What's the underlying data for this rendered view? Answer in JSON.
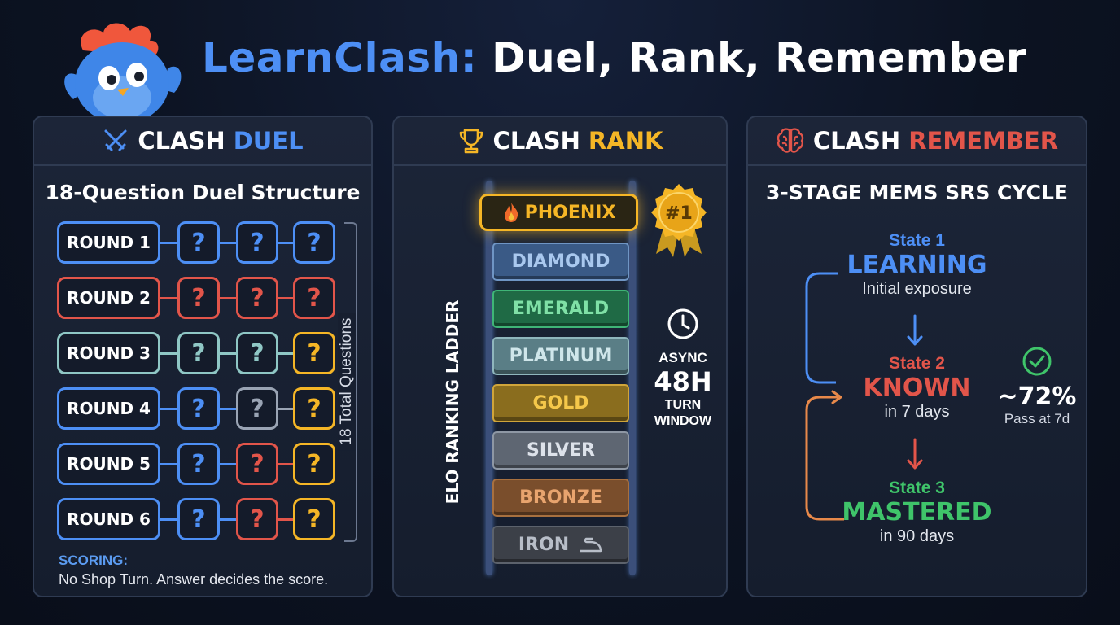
{
  "header": {
    "title_accent": "LearnClash:",
    "title_rest": "Duel, Rank, Remember",
    "mascot_icon": "blue-bird-mascot-icon"
  },
  "colors": {
    "blue": "#4d8ff5",
    "red": "#e2554a",
    "gold": "#f5b626",
    "teal": "#8fc7c5",
    "gray": "#9aa4b4",
    "green": "#3fc46a",
    "panel_bg": "#1a2336"
  },
  "duel": {
    "header_white": "CLASH",
    "header_accent": "DUEL",
    "icon": "crossed-swords-icon",
    "subtitle": "18-Question Duel Structure",
    "question_mark": "?",
    "total_label": "18 Total Questions",
    "scoring_title": "SCORING:",
    "scoring_text": "No Shop Turn. Answer decides the score.",
    "rounds": [
      {
        "label": "ROUND 1",
        "color": "#4d8ff5",
        "questions": [
          "#4d8ff5",
          "#4d8ff5",
          "#4d8ff5"
        ]
      },
      {
        "label": "ROUND 2",
        "color": "#e2554a",
        "questions": [
          "#e2554a",
          "#e2554a",
          "#e2554a"
        ]
      },
      {
        "label": "ROUND 3",
        "color": "#8fc7c5",
        "questions": [
          "#8fc7c5",
          "#8fc7c5",
          "#f5b626"
        ]
      },
      {
        "label": "ROUND 4",
        "color": "#4d8ff5",
        "questions": [
          "#4d8ff5",
          "#9aa4b4",
          "#f5b626"
        ]
      },
      {
        "label": "ROUND 5",
        "color": "#4d8ff5",
        "questions": [
          "#4d8ff5",
          "#e2554a",
          "#f5b626"
        ]
      },
      {
        "label": "ROUND 6",
        "color": "#4d8ff5",
        "questions": [
          "#4d8ff5",
          "#e2554a",
          "#f5b626"
        ]
      }
    ]
  },
  "rank": {
    "header_white": "CLASH",
    "header_accent": "RANK",
    "icon": "trophy-icon",
    "ladder_label": "ELO RANKING LADDER",
    "top_tier": {
      "label": "PHOENIX",
      "icon": "flame-icon"
    },
    "badge": {
      "label": "#1",
      "icon": "gold-rosette-badge-icon"
    },
    "tiers": [
      {
        "label": "DIAMOND",
        "bg": "#3a5a86",
        "fg": "#a9c8ee",
        "border": "#6f95c4"
      },
      {
        "label": "EMERALD",
        "bg": "#1f6a45",
        "fg": "#7fe0a6",
        "border": "#3fb577"
      },
      {
        "label": "PLATINUM",
        "bg": "#5a7e86",
        "fg": "#cfe6ea",
        "border": "#8fb6bd"
      },
      {
        "label": "GOLD",
        "bg": "#8a6d1e",
        "fg": "#f5c84a",
        "border": "#d0a53a"
      },
      {
        "label": "SILVER",
        "bg": "#5e6672",
        "fg": "#dde2ea",
        "border": "#8e97a4"
      },
      {
        "label": "BRONZE",
        "bg": "#7a4e2c",
        "fg": "#e8a46e",
        "border": "#a8703f"
      },
      {
        "label": "IRON",
        "bg": "#3c4048",
        "fg": "#b8bec8",
        "border": "#5c626c",
        "icon": "clothes-iron-icon"
      }
    ],
    "async": {
      "icon": "clock-icon",
      "line1": "ASYNC",
      "line2": "48H",
      "line3": "TURN",
      "line4": "WINDOW"
    }
  },
  "remember": {
    "header_white": "CLASH",
    "header_accent": "REMEMBER",
    "icon": "brain-icon",
    "subtitle": "3-STAGE MEMS SRS CYCLE",
    "stages": [
      {
        "state": "State 1",
        "name": "LEARNING",
        "desc": "Initial exposure",
        "color": "#4d8ff5"
      },
      {
        "state": "State 2",
        "name": "KNOWN",
        "desc": "in 7 days",
        "color": "#e2554a"
      },
      {
        "state": "State 3",
        "name": "MASTERED",
        "desc": "in 90 days",
        "color": "#3fc46a"
      }
    ],
    "pass": {
      "icon": "check-circle-icon",
      "value": "~72%",
      "label": "Pass at 7d"
    }
  }
}
